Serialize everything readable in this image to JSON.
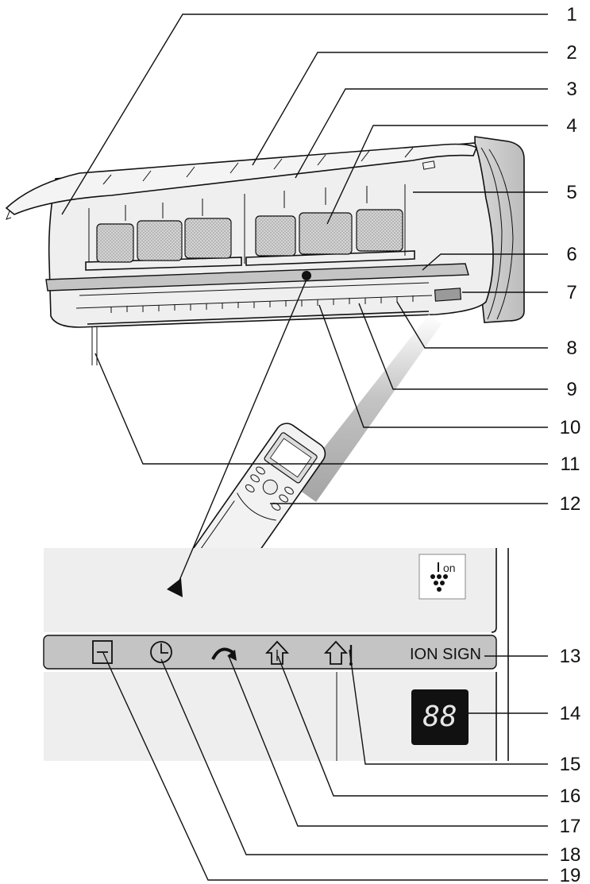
{
  "callouts": [
    "1",
    "2",
    "3",
    "4",
    "5",
    "6",
    "7",
    "8",
    "9",
    "10",
    "11",
    "12",
    "13",
    "14",
    "15",
    "16",
    "17",
    "18",
    "19"
  ],
  "panel": {
    "ion_sign_label": "ION SIGN",
    "ion_badge_text": "on",
    "display_digits": "88"
  },
  "icons": [
    "filter-icon",
    "timer-icon",
    "fan-icon",
    "clean-icon",
    "temperature-icon",
    "ion-icon",
    "remote-control-icon"
  ],
  "colors": {
    "unit_body": "#efefef",
    "panel_bg": "#eeeeee",
    "display_strip": "#c4c4c4",
    "filter_mesh": "#c9c9c9",
    "display_bg": "#111111",
    "display_seg": "#e6e6e6"
  }
}
